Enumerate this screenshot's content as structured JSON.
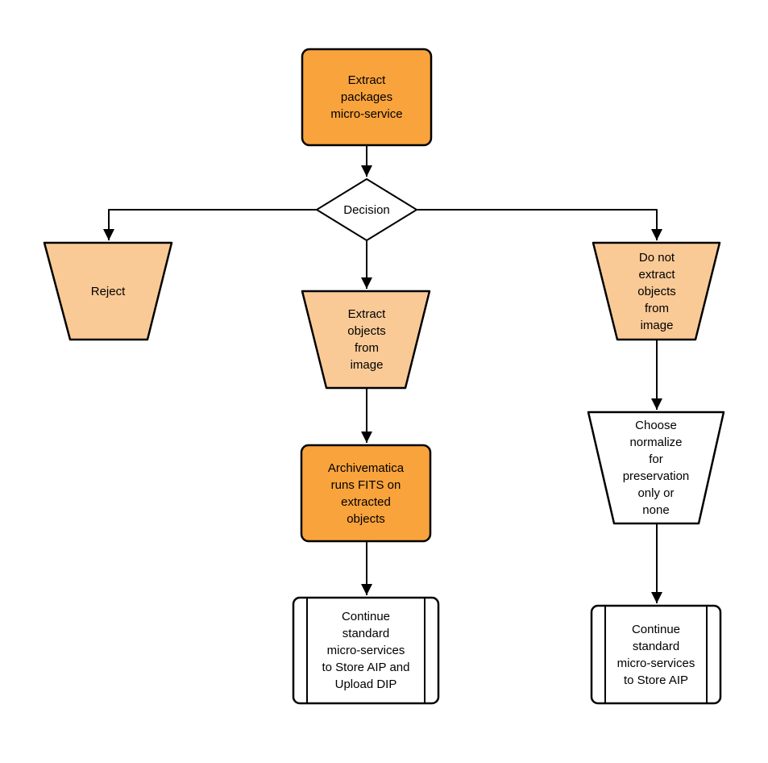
{
  "diagram": {
    "title": "Extract packages micro-service decision flowchart",
    "nodes": {
      "extract_packages": {
        "type": "rounded-rectangle",
        "label": "Extract\npackages\nmicro-service"
      },
      "decision": {
        "type": "decision-diamond",
        "label": "Decision"
      },
      "reject": {
        "type": "trapezoid",
        "label": "Reject"
      },
      "extract_objects": {
        "type": "trapezoid",
        "label": "Extract\nobjects\nfrom\nimage"
      },
      "do_not_extract": {
        "type": "trapezoid",
        "label": "Do not\nextract\nobjects\nfrom\nimage"
      },
      "run_fits": {
        "type": "rounded-rectangle",
        "label": "Archivematica\nruns FITS on\nextracted\nobjects"
      },
      "continue_store_upload": {
        "type": "predefined-process",
        "label": "Continue\nstandard\nmicro-services\nto Store AIP and\nUpload DIP"
      },
      "choose_normalize": {
        "type": "trapezoid",
        "label": "Choose\nnormalize\nfor\npreservation\nonly or\nnone"
      },
      "continue_store": {
        "type": "predefined-process",
        "label": "Continue\nstandard\nmicro-services\nto Store AIP"
      }
    },
    "edges": [
      {
        "from": "extract_packages",
        "to": "decision"
      },
      {
        "from": "decision",
        "to": "reject"
      },
      {
        "from": "decision",
        "to": "extract_objects"
      },
      {
        "from": "decision",
        "to": "do_not_extract"
      },
      {
        "from": "extract_objects",
        "to": "run_fits"
      },
      {
        "from": "run_fits",
        "to": "continue_store_upload"
      },
      {
        "from": "do_not_extract",
        "to": "choose_normalize"
      },
      {
        "from": "choose_normalize",
        "to": "continue_store"
      }
    ],
    "colors": {
      "node_orange": "#F9A33C",
      "node_light_orange": "#FACA96",
      "node_white": "#FFFFFF",
      "stroke": "#000000",
      "background": "#FFFFFF"
    }
  }
}
